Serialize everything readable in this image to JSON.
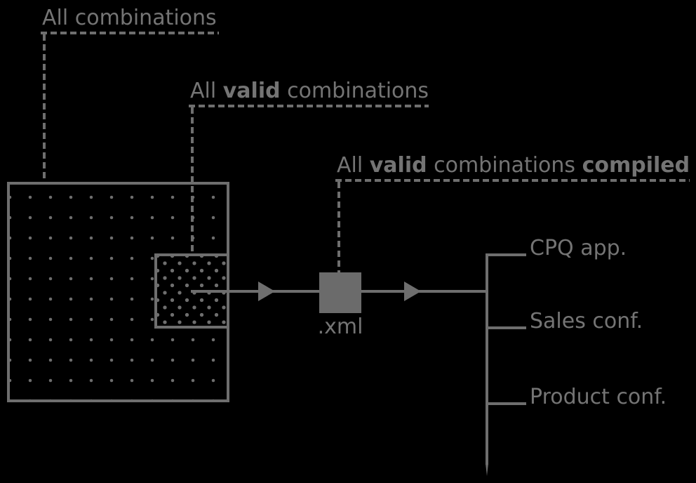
{
  "colors": {
    "foreground": "#6e6e6e",
    "text": "#747474",
    "background": "#000000"
  },
  "annotations": {
    "all_combinations": {
      "t1": "All combinations"
    },
    "all_valid": {
      "t1": "All ",
      "b1": "valid",
      "t2": " combinations"
    },
    "all_valid_compiled": {
      "t1": "All ",
      "b1": "valid",
      "t2": " combinations ",
      "b2": "compiled"
    }
  },
  "xml_node": {
    "label": ".xml"
  },
  "outputs": [
    {
      "label": "CPQ app."
    },
    {
      "label": "Sales conf."
    },
    {
      "label": "Product conf."
    }
  ]
}
